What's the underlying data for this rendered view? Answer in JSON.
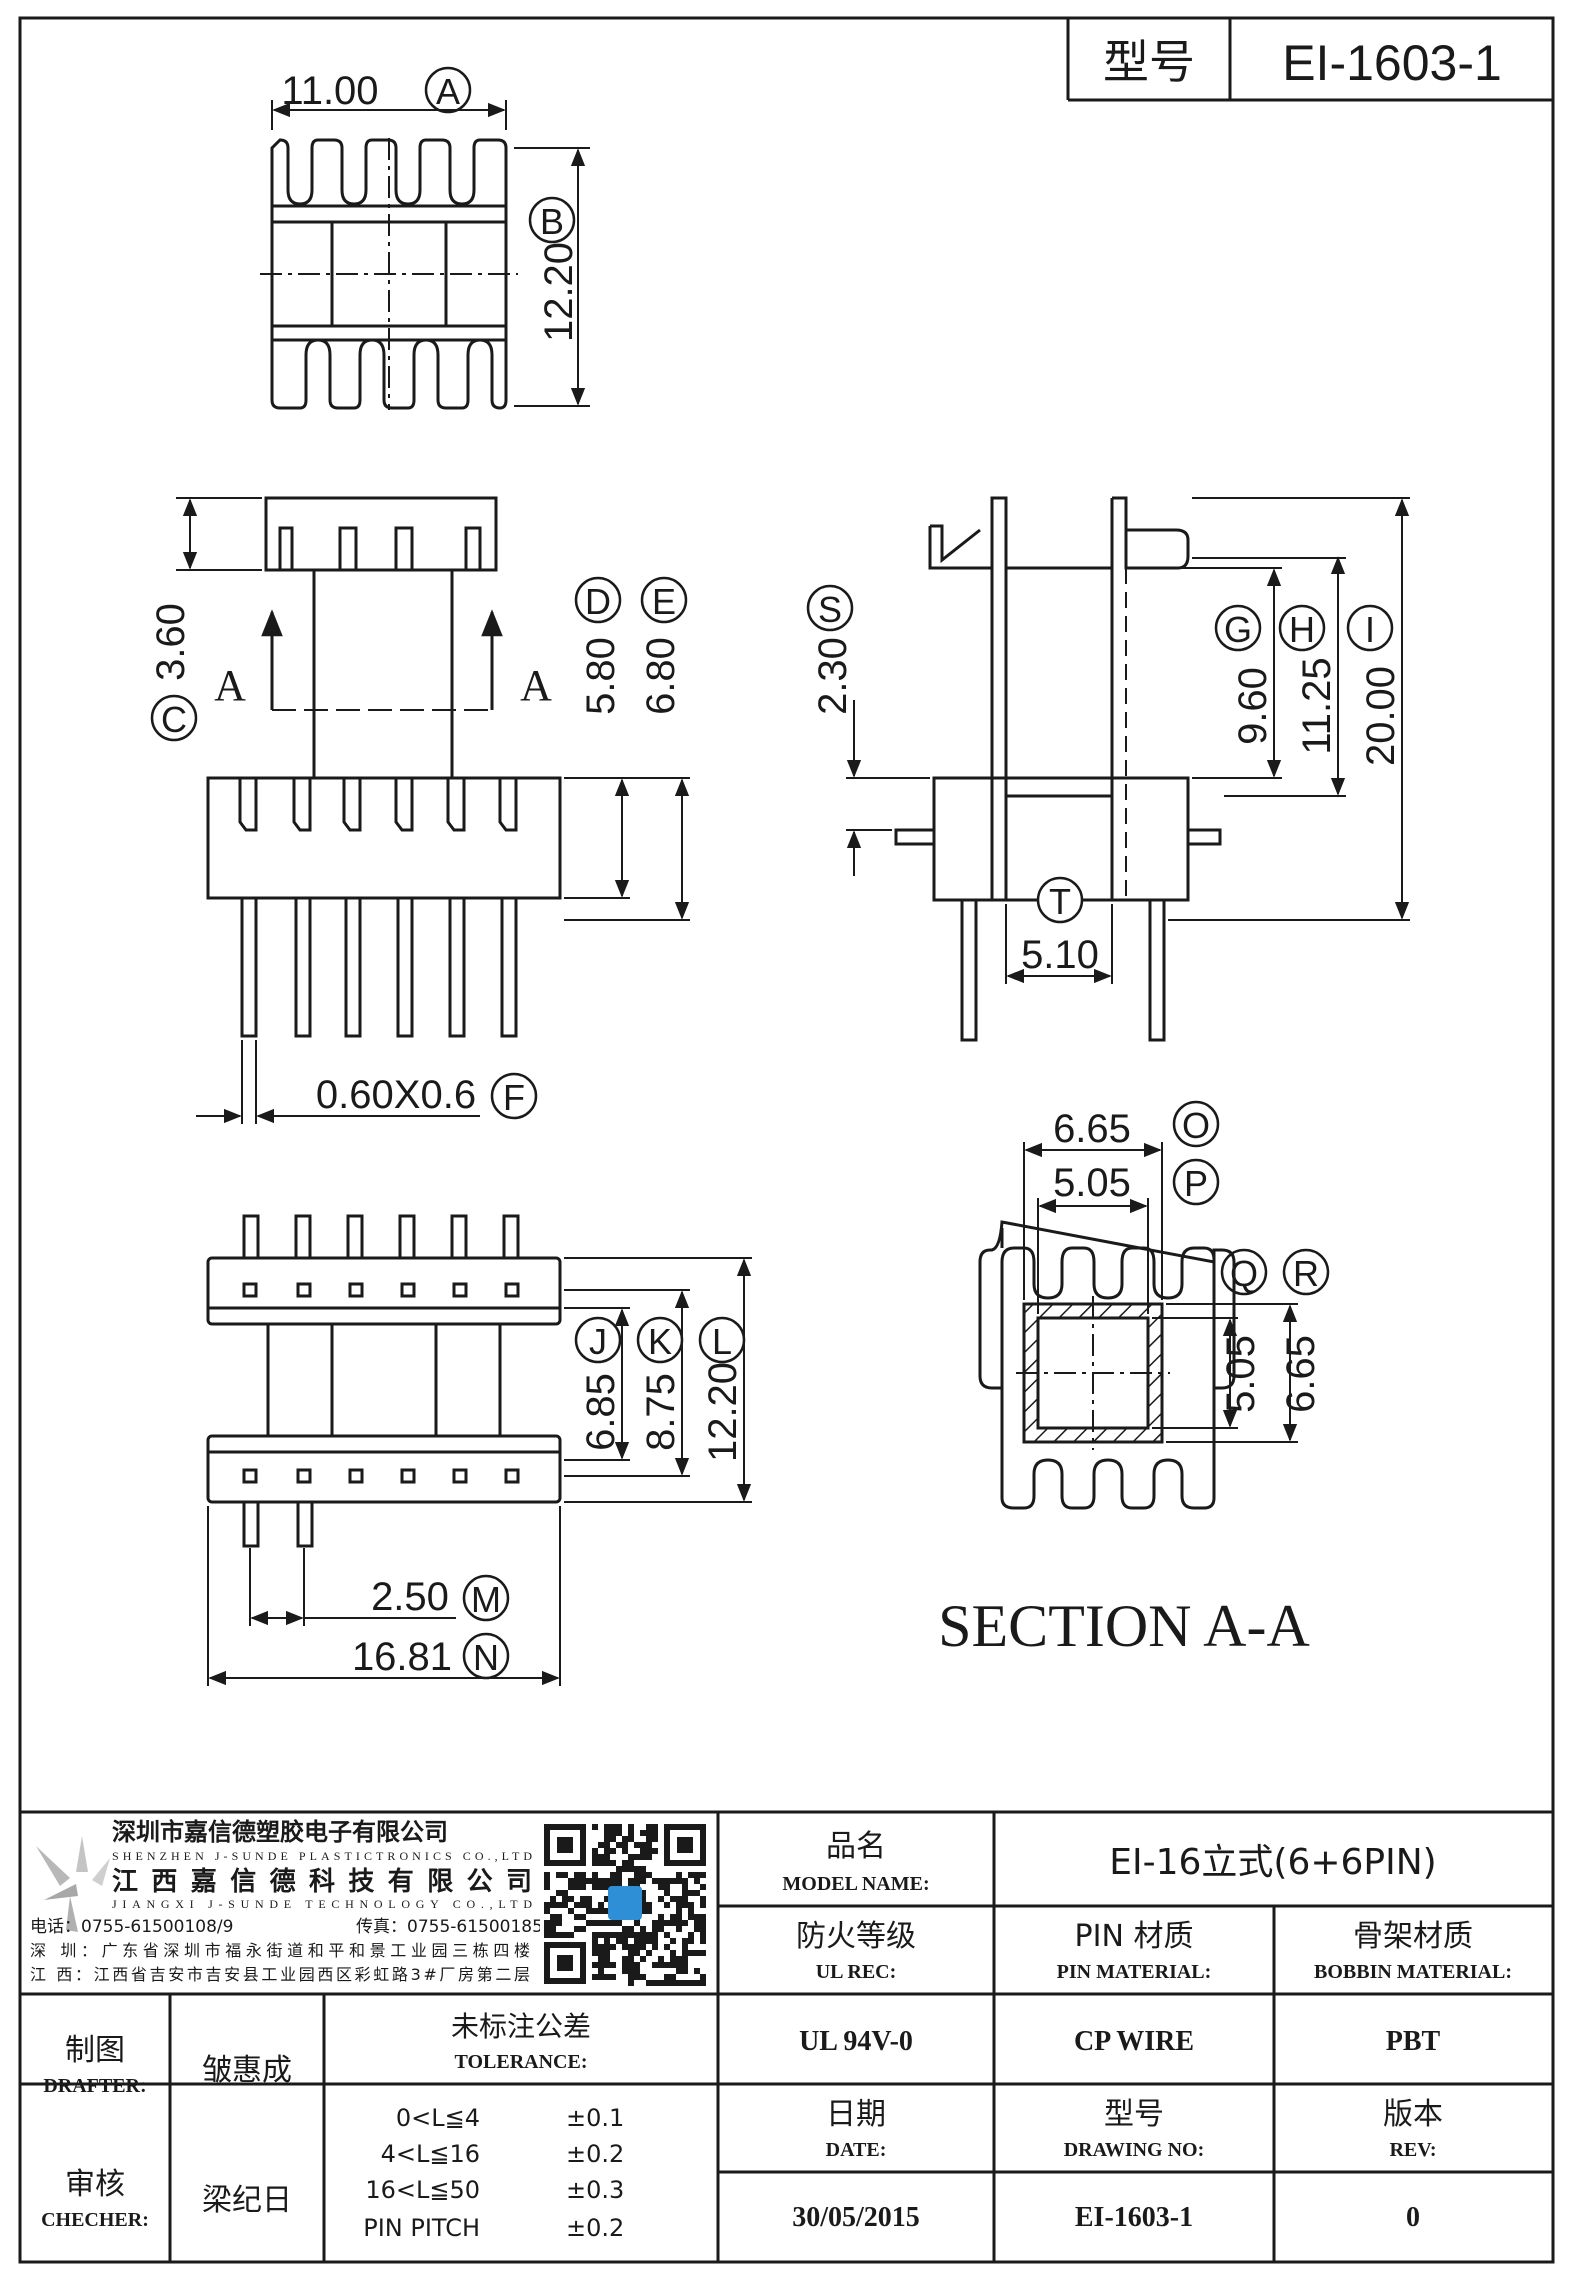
{
  "header": {
    "label": "型号",
    "value": "EI-1603-1"
  },
  "dims": {
    "A": "11.00",
    "B": "12.20",
    "C": "3.60",
    "D": "5.80",
    "E": "6.80",
    "F": "0.60X0.6",
    "S": "2.30",
    "G": "9.60",
    "H": "11.25",
    "I": "20.00",
    "T": "5.10",
    "J": "6.85",
    "K": "8.75",
    "L": "12.20",
    "M": "2.50",
    "N": "16.81",
    "O": "6.65",
    "P": "5.05",
    "Q": "5.05",
    "R": "6.65"
  },
  "markers": {
    "A": "A",
    "B": "B",
    "C": "C",
    "D": "D",
    "E": "E",
    "F": "F",
    "S": "S",
    "G": "G",
    "H": "H",
    "I": "I",
    "T": "T",
    "J": "J",
    "K": "K",
    "L": "L",
    "M": "M",
    "N": "N",
    "O": "O",
    "P": "P",
    "Q": "Q",
    "R": "R"
  },
  "section_arrow_label": "A",
  "section_label": "SECTION  A-A",
  "company": {
    "name_cn_1": "深圳市嘉信德塑胶电子有限公司",
    "name_en_1": "SHENZHEN J-SUNDE PLASTICTRONICS CO.,LTD",
    "name_cn_2": "江西嘉信德科技有限公司",
    "name_en_2": "JIANGXI J-SUNDE TECHNOLOGY CO.,LTD",
    "phone": "电话：0755-61500108/9",
    "fax": "传真：0755-61500185",
    "addr_sz": "深 圳：广东省深圳市福永街道和平和景工业园三栋四楼",
    "addr_jx": "江 西：江西省吉安市吉安县工业园西区彩虹路3#厂房第二层"
  },
  "titleblock": {
    "model_name_cn": "品名",
    "model_name_en": "MODEL NAME:",
    "model_name_value": "EI-16立式(6+6PIN)",
    "ul_cn": "防火等级",
    "ul_en": "UL REC:",
    "ul_value": "UL 94V-0",
    "pin_cn": "PIN 材质",
    "pin_en": "PIN MATERIAL:",
    "pin_value": "CP WIRE",
    "bobbin_cn": "骨架材质",
    "bobbin_en": "BOBBIN MATERIAL:",
    "bobbin_value": "PBT",
    "drafter_cn": "制图",
    "drafter_en": "DRAFTER:",
    "drafter_value": "皱惠成",
    "checker_cn": "审核",
    "checker_en": "CHECHER:",
    "checker_value": "梁纪日",
    "tolerance_cn": "未标注公差",
    "tolerance_en": "TOLERANCE:",
    "tolerances": [
      {
        "range": "0<L≦4",
        "value": "±0.1"
      },
      {
        "range": "4<L≦16",
        "value": "±0.2"
      },
      {
        "range": "16<L≦50",
        "value": "±0.3"
      },
      {
        "range": "PIN PITCH",
        "value": "±0.2"
      }
    ],
    "date_cn": "日期",
    "date_en": "DATE:",
    "date_value": "30/05/2015",
    "drawing_cn": "型号",
    "drawing_en": "DRAWING NO:",
    "drawing_value": "EI-1603-1",
    "rev_cn": "版本",
    "rev_en": "REV:",
    "rev_value": "0"
  },
  "colors": {
    "ink": "#1a1a1a",
    "paper": "#ffffff",
    "qr_badge": "#2f8fd6"
  }
}
